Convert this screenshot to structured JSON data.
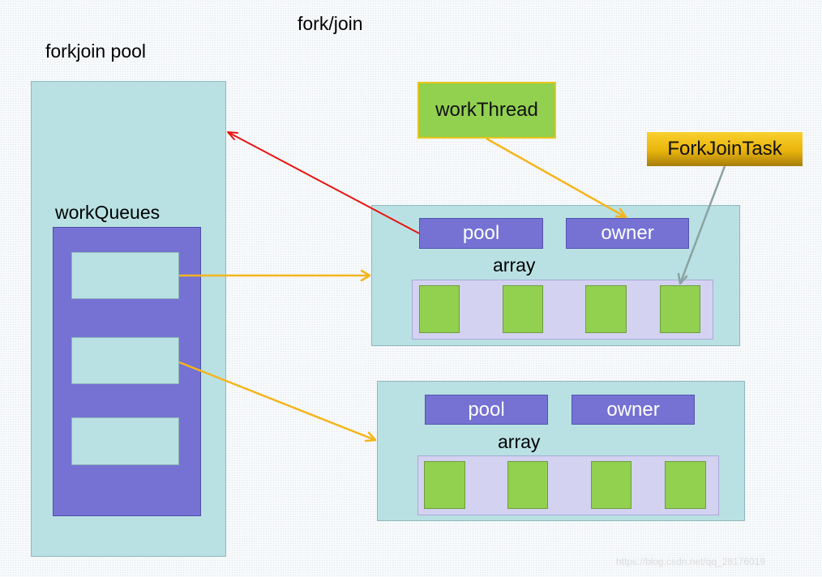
{
  "title": "fork/join",
  "pool_label": "forkjoin pool",
  "queues_label": "workQueues",
  "work_thread": "workThread",
  "fork_join_task": "ForkJoinTask",
  "queue_top": {
    "pool": "pool",
    "owner": "owner",
    "array": "array"
  },
  "queue_bottom": {
    "pool": "pool",
    "owner": "owner",
    "array": "array"
  },
  "watermark": "https://blog.csdn.net/qq_28176019",
  "colors": {
    "cyan_box": "#b9e1e3",
    "purple_box": "#7572d4",
    "green_cell": "#92d050",
    "array_bg": "#d3d2f1",
    "gold": "#f9d02e",
    "arrow_red": "#e8140f",
    "arrow_yellow": "#f4b51b",
    "arrow_gray": "#8ba2a4"
  }
}
